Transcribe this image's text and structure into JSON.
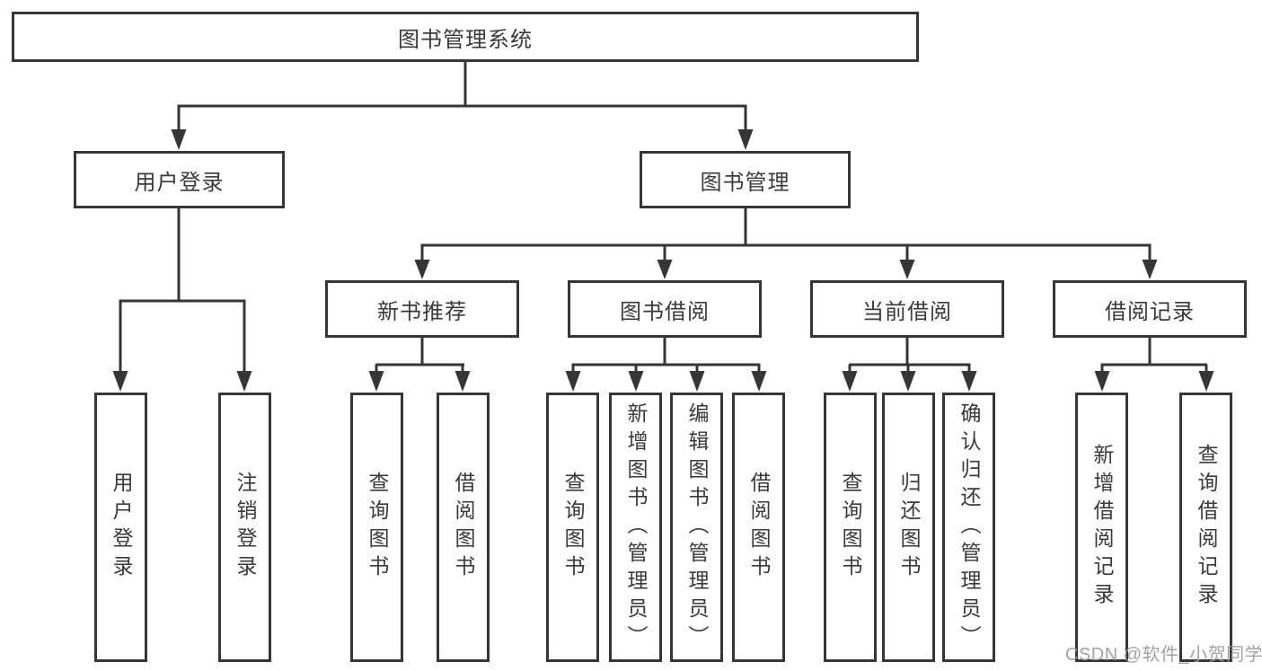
{
  "diagram": {
    "root": {
      "label": "图书管理系统",
      "children": [
        {
          "label": "用户登录",
          "children": [
            {
              "label": "用户登录"
            },
            {
              "label": "注销登录"
            }
          ]
        },
        {
          "label": "图书管理",
          "children": [
            {
              "label": "新书推荐",
              "children": [
                {
                  "label": "查询图书"
                },
                {
                  "label": "借阅图书"
                }
              ]
            },
            {
              "label": "图书借阅",
              "children": [
                {
                  "label": "查询图书"
                },
                {
                  "label": "新增图书（管理员）"
                },
                {
                  "label": "编辑图书（管理员）"
                },
                {
                  "label": "借阅图书"
                }
              ]
            },
            {
              "label": "当前借阅",
              "children": [
                {
                  "label": "查询图书"
                },
                {
                  "label": "归还图书"
                },
                {
                  "label": "确认归还（管理员）"
                }
              ]
            },
            {
              "label": "借阅记录",
              "children": [
                {
                  "label": "新增借阅记录"
                },
                {
                  "label": "查询借阅记录"
                }
              ]
            }
          ]
        }
      ]
    }
  },
  "watermark": {
    "text": "CSDN @软件_小贺同学"
  },
  "colors": {
    "line": "#363636",
    "box_border": "#363636",
    "box_fill": "#ffffff",
    "text": "#3a3a3a",
    "watermark": "#9b9b9b",
    "background": "#ffffff"
  }
}
